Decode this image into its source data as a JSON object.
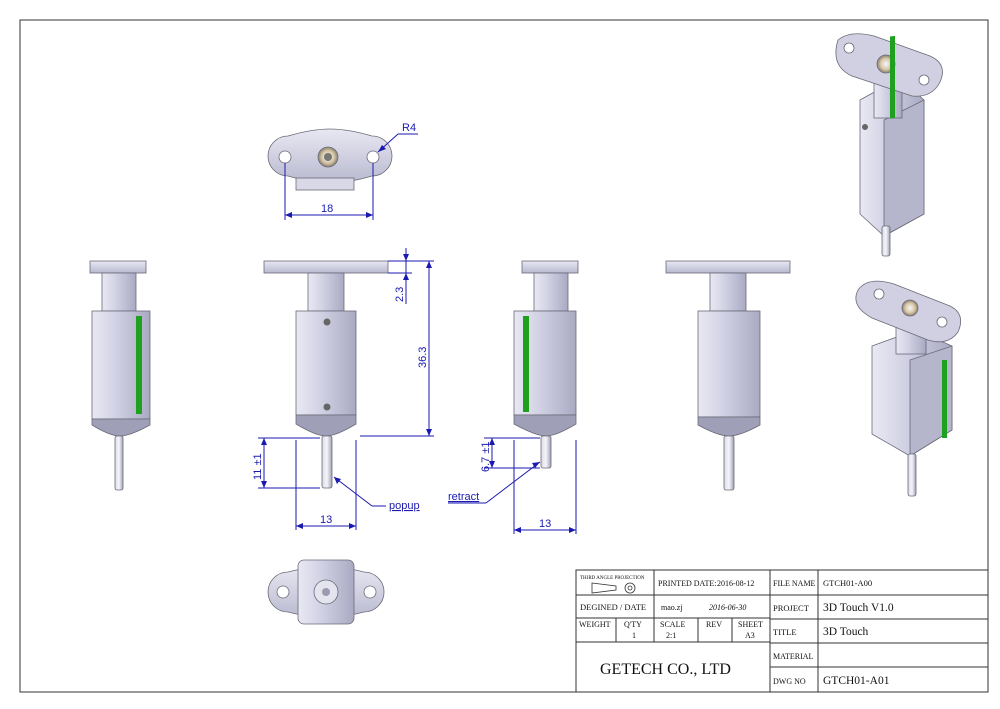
{
  "colors": {
    "dimension": "#1a1ab0",
    "body_metal": "#c8c8dc",
    "led_strip": "#1fa01f",
    "border": "#333333"
  },
  "dimensions": {
    "radius": "R4",
    "hole_spacing": "18",
    "flange_thickness": "2.3",
    "overall_height": "36.3",
    "pin_popup": "11 ±1",
    "pin_retract": "6.7 ±1",
    "body_width_front": "13",
    "body_width_side": "13"
  },
  "callouts": {
    "popup": "popup",
    "retract": "retract"
  },
  "title_block": {
    "projection_label": "THIRD ANGLE PROJECTION",
    "printed_date_label": "PRINTED DATE:",
    "printed_date": "2016-08-12",
    "designed_label": "DEGINED / DATE",
    "designer": "mao.zj",
    "design_date": "2016-06-30",
    "weight_label": "WEIGHT",
    "qty_label": "Q'TY",
    "qty": "1",
    "scale_label": "SCALE",
    "scale": "2:1",
    "rev_label": "REV",
    "sheet_label": "SHEET",
    "sheet": "A3",
    "company": "GETECH CO., LTD",
    "file_name_label": "FILE NAME",
    "file_name": "GTCH01-A00",
    "project_label": "PROJECT",
    "project": "3D Touch V1.0",
    "title_label": "TITLE",
    "title": "3D Touch",
    "material_label": "MATERIAL",
    "material": "",
    "dwg_no_label": "DWG NO",
    "dwg_no": "GTCH01-A01"
  }
}
